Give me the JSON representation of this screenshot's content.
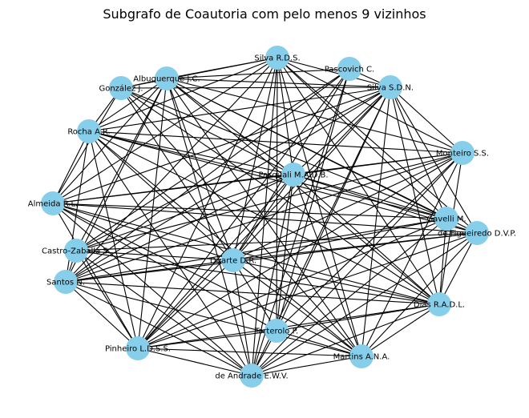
{
  "title": "Subgrafo de Coautoria com pelo menos 9 vizinhos",
  "colors": {
    "node": "#87ceeb",
    "edge": "#000000",
    "background": "#ffffff"
  },
  "nodes": [
    {
      "id": "silva_rds",
      "label": "Silva R.D.S."
    },
    {
      "id": "pascovich",
      "label": "Pascovich C."
    },
    {
      "id": "silva_sdn",
      "label": "Silva S.D.N."
    },
    {
      "id": "albuquerque",
      "label": "Albuquerque J.C."
    },
    {
      "id": "gonzalez",
      "label": "González J."
    },
    {
      "id": "rocha",
      "label": "Rocha A.R."
    },
    {
      "id": "monteiro",
      "label": "Monteiro S.S."
    },
    {
      "id": "pasquali",
      "label": "Pasquali M.A.D.B."
    },
    {
      "id": "almeida",
      "label": "Almeida R.L."
    },
    {
      "id": "gavelli",
      "label": "Gavelli M."
    },
    {
      "id": "figueiredo",
      "label": "de Figueiredo D.V.P."
    },
    {
      "id": "castro",
      "label": "Castro-Zaballa S."
    },
    {
      "id": "duarte",
      "label": "Duarte D.R."
    },
    {
      "id": "santos",
      "label": "Santos N."
    },
    {
      "id": "dias",
      "label": "Dias R.A.D.L."
    },
    {
      "id": "torterolo",
      "label": "Torterolo P."
    },
    {
      "id": "pinheiro",
      "label": "Pinheiro L.D.S.S."
    },
    {
      "id": "martins",
      "label": "Martins A.N.A."
    },
    {
      "id": "andrade",
      "label": "de Andrade E.W.V."
    }
  ],
  "edges": [
    [
      "silva_rds",
      "silva_sdn"
    ],
    [
      "silva_rds",
      "albuquerque"
    ],
    [
      "silva_rds",
      "gonzalez"
    ],
    [
      "silva_rds",
      "rocha"
    ],
    [
      "silva_rds",
      "monteiro"
    ],
    [
      "silva_rds",
      "pasquali"
    ],
    [
      "silva_rds",
      "almeida"
    ],
    [
      "silva_rds",
      "gavelli"
    ],
    [
      "silva_rds",
      "figueiredo"
    ],
    [
      "silva_rds",
      "duarte"
    ],
    [
      "silva_rds",
      "dias"
    ],
    [
      "silva_rds",
      "torterolo"
    ],
    [
      "silva_rds",
      "pinheiro"
    ],
    [
      "silva_rds",
      "martins"
    ],
    [
      "silva_rds",
      "andrade"
    ],
    [
      "silva_rds",
      "santos"
    ],
    [
      "pascovich",
      "silva_sdn"
    ],
    [
      "pascovich",
      "albuquerque"
    ],
    [
      "pascovich",
      "castro"
    ],
    [
      "pascovich",
      "torterolo"
    ],
    [
      "pascovich",
      "santos"
    ],
    [
      "pascovich",
      "duarte"
    ],
    [
      "pascovich",
      "andrade"
    ],
    [
      "pascovich",
      "pinheiro"
    ],
    [
      "silva_sdn",
      "albuquerque"
    ],
    [
      "silva_sdn",
      "gonzalez"
    ],
    [
      "silva_sdn",
      "rocha"
    ],
    [
      "silva_sdn",
      "monteiro"
    ],
    [
      "silva_sdn",
      "pasquali"
    ],
    [
      "silva_sdn",
      "almeida"
    ],
    [
      "silva_sdn",
      "gavelli"
    ],
    [
      "silva_sdn",
      "figueiredo"
    ],
    [
      "silva_sdn",
      "duarte"
    ],
    [
      "silva_sdn",
      "castro"
    ],
    [
      "silva_sdn",
      "santos"
    ],
    [
      "silva_sdn",
      "dias"
    ],
    [
      "silva_sdn",
      "pinheiro"
    ],
    [
      "silva_sdn",
      "martins"
    ],
    [
      "silva_sdn",
      "andrade"
    ],
    [
      "silva_sdn",
      "torterolo"
    ],
    [
      "albuquerque",
      "gonzalez"
    ],
    [
      "albuquerque",
      "rocha"
    ],
    [
      "albuquerque",
      "monteiro"
    ],
    [
      "albuquerque",
      "pasquali"
    ],
    [
      "albuquerque",
      "almeida"
    ],
    [
      "albuquerque",
      "gavelli"
    ],
    [
      "albuquerque",
      "figueiredo"
    ],
    [
      "albuquerque",
      "duarte"
    ],
    [
      "albuquerque",
      "castro"
    ],
    [
      "albuquerque",
      "santos"
    ],
    [
      "albuquerque",
      "dias"
    ],
    [
      "albuquerque",
      "pinheiro"
    ],
    [
      "albuquerque",
      "martins"
    ],
    [
      "albuquerque",
      "andrade"
    ],
    [
      "gonzalez",
      "rocha"
    ],
    [
      "gonzalez",
      "pasquali"
    ],
    [
      "gonzalez",
      "duarte"
    ],
    [
      "gonzalez",
      "gavelli"
    ],
    [
      "gonzalez",
      "dias"
    ],
    [
      "gonzalez",
      "almeida"
    ],
    [
      "gonzalez",
      "martins"
    ],
    [
      "rocha",
      "monteiro"
    ],
    [
      "rocha",
      "pasquali"
    ],
    [
      "rocha",
      "almeida"
    ],
    [
      "rocha",
      "gavelli"
    ],
    [
      "rocha",
      "figueiredo"
    ],
    [
      "rocha",
      "duarte"
    ],
    [
      "rocha",
      "dias"
    ],
    [
      "rocha",
      "pinheiro"
    ],
    [
      "rocha",
      "martins"
    ],
    [
      "rocha",
      "andrade"
    ],
    [
      "rocha",
      "santos"
    ],
    [
      "monteiro",
      "pasquali"
    ],
    [
      "monteiro",
      "almeida"
    ],
    [
      "monteiro",
      "duarte"
    ],
    [
      "monteiro",
      "santos"
    ],
    [
      "monteiro",
      "dias"
    ],
    [
      "monteiro",
      "pinheiro"
    ],
    [
      "monteiro",
      "martins"
    ],
    [
      "monteiro",
      "andrade"
    ],
    [
      "monteiro",
      "torterolo"
    ],
    [
      "monteiro",
      "castro"
    ],
    [
      "pasquali",
      "almeida"
    ],
    [
      "pasquali",
      "gavelli"
    ],
    [
      "pasquali",
      "figueiredo"
    ],
    [
      "pasquali",
      "duarte"
    ],
    [
      "pasquali",
      "castro"
    ],
    [
      "pasquali",
      "santos"
    ],
    [
      "pasquali",
      "dias"
    ],
    [
      "pasquali",
      "torterolo"
    ],
    [
      "pasquali",
      "pinheiro"
    ],
    [
      "pasquali",
      "martins"
    ],
    [
      "pasquali",
      "andrade"
    ],
    [
      "almeida",
      "gavelli"
    ],
    [
      "almeida",
      "figueiredo"
    ],
    [
      "almeida",
      "duarte"
    ],
    [
      "almeida",
      "dias"
    ],
    [
      "almeida",
      "pinheiro"
    ],
    [
      "almeida",
      "martins"
    ],
    [
      "almeida",
      "andrade"
    ],
    [
      "almeida",
      "torterolo"
    ],
    [
      "gavelli",
      "duarte"
    ],
    [
      "gavelli",
      "santos"
    ],
    [
      "gavelli",
      "pinheiro"
    ],
    [
      "gavelli",
      "dias"
    ],
    [
      "gavelli",
      "andrade"
    ],
    [
      "figueiredo",
      "duarte"
    ],
    [
      "figueiredo",
      "santos"
    ],
    [
      "figueiredo",
      "pinheiro"
    ],
    [
      "figueiredo",
      "dias"
    ],
    [
      "figueiredo",
      "andrade"
    ],
    [
      "figueiredo",
      "martins"
    ],
    [
      "figueiredo",
      "castro"
    ],
    [
      "castro",
      "duarte"
    ],
    [
      "castro",
      "santos"
    ],
    [
      "castro",
      "dias"
    ],
    [
      "castro",
      "pinheiro"
    ],
    [
      "castro",
      "andrade"
    ],
    [
      "duarte",
      "santos"
    ],
    [
      "duarte",
      "dias"
    ],
    [
      "duarte",
      "torterolo"
    ],
    [
      "duarte",
      "pinheiro"
    ],
    [
      "duarte",
      "martins"
    ],
    [
      "duarte",
      "andrade"
    ],
    [
      "santos",
      "dias"
    ],
    [
      "santos",
      "pinheiro"
    ],
    [
      "santos",
      "martins"
    ],
    [
      "santos",
      "andrade"
    ],
    [
      "dias",
      "torterolo"
    ],
    [
      "dias",
      "pinheiro"
    ],
    [
      "dias",
      "martins"
    ],
    [
      "dias",
      "andrade"
    ],
    [
      "torterolo",
      "pinheiro"
    ],
    [
      "torterolo",
      "martins"
    ],
    [
      "torterolo",
      "andrade"
    ],
    [
      "pinheiro",
      "martins"
    ],
    [
      "pinheiro",
      "andrade"
    ],
    [
      "martins",
      "andrade"
    ]
  ]
}
